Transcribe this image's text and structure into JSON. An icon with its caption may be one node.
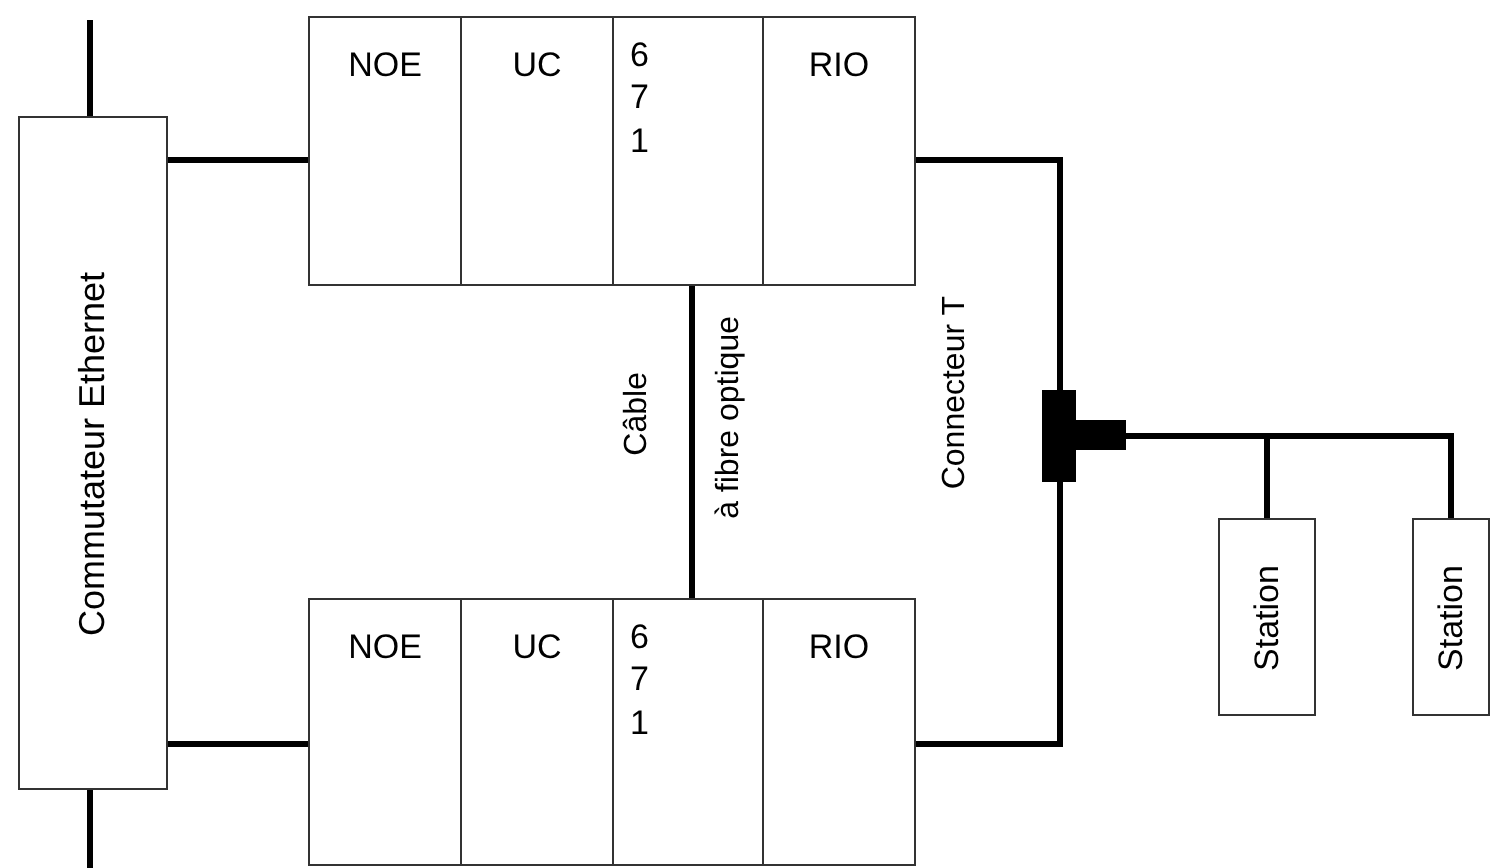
{
  "diagram": {
    "nodes": [
      {
        "text": [
          "Commutateur  Ethernet"
        ]
      },
      {
        "text": [
          "NOE"
        ]
      },
      {
        "text": [
          "UC"
        ]
      },
      {
        "text": [
          "6 7 1"
        ]
      },
      {
        "text": [
          "RIO"
        ]
      },
      {
        "text": [
          "NOE"
        ]
      },
      {
        "text": [
          "UC"
        ]
      },
      {
        "text": [
          "6 7 1"
        ]
      },
      {
        "text": [
          "RIO"
        ]
      },
      {
        "text": [],
        "shape": "bar"
      },
      {
        "text": [
          "Station"
        ]
      },
      {
        "text": [
          "Station"
        ]
      }
    ],
    "edges": [
      {
        "from": 0,
        "to": null,
        "arrow": "none"
      },
      {
        "from": 0,
        "to": null,
        "arrow": "none"
      },
      {
        "from": 0,
        "to": 1,
        "arrow": "none"
      },
      {
        "from": 0,
        "to": 5,
        "arrow": "none"
      },
      {
        "from": 3,
        "to": 7,
        "arrow": "none"
      },
      {
        "from": 4,
        "to": 9,
        "arrow": "none"
      },
      {
        "from": 8,
        "to": 9,
        "arrow": "none"
      },
      {
        "from": 9,
        "to": 10,
        "arrow": "none"
      },
      {
        "from": 9,
        "to": 11,
        "arrow": "none"
      }
    ],
    "labels": [
      "Câble",
      "à fibre optique",
      "Connecteur T"
    ]
  }
}
